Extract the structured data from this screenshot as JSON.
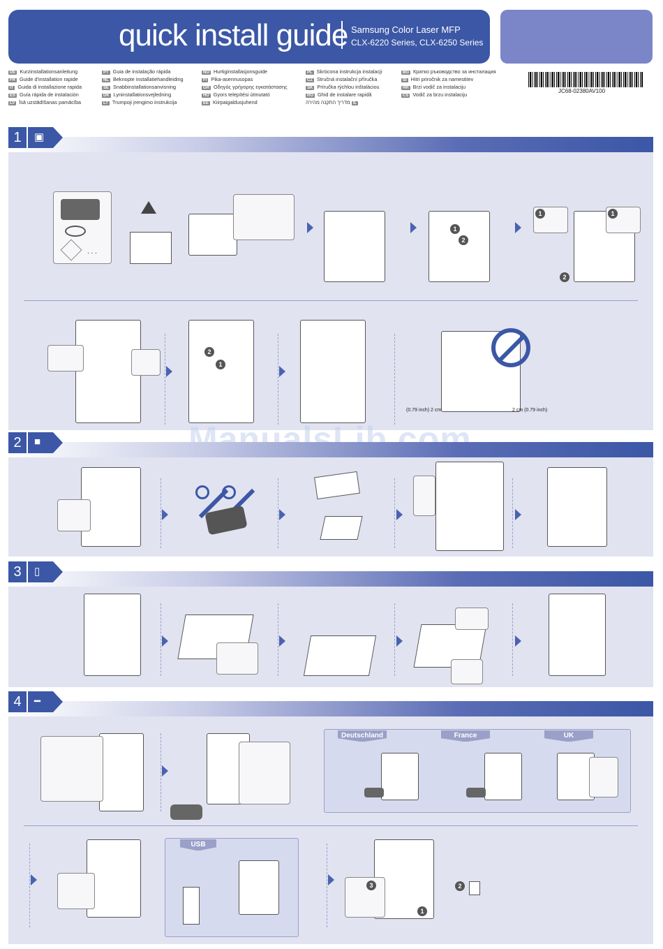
{
  "header": {
    "title": "quick install guide",
    "product": "Samsung Color Laser MFP",
    "series": "CLX-6220 Series, CLX-6250 Series"
  },
  "languages": [
    {
      "code": "DE",
      "label": "Kurzinstallationsanleitung"
    },
    {
      "code": "FR",
      "label": "Guide d'installation rapide"
    },
    {
      "code": "IT",
      "label": "Guida di installazione rapida"
    },
    {
      "code": "ES",
      "label": "Guía rápida de instalación"
    },
    {
      "code": "LV",
      "label": "Īsā uzstādīšanas pamācība"
    },
    {
      "code": "PT",
      "label": "Guia de instalação rápida"
    },
    {
      "code": "NL",
      "label": "Beknopte installatiehandleiding"
    },
    {
      "code": "SE",
      "label": "Snabbinstallationsanvisning"
    },
    {
      "code": "DK",
      "label": "Lyninstallationsvejledning"
    },
    {
      "code": "LT",
      "label": "Trumpoji įrengimo instrukcija"
    },
    {
      "code": "NO",
      "label": "Hurtiginstallasjonsguide"
    },
    {
      "code": "FI",
      "label": "Pika-asennusopas"
    },
    {
      "code": "GR",
      "label": "Οδηγός γρήγορης εγκατάστασης"
    },
    {
      "code": "HU",
      "label": "Gyors telepítési útmutató"
    },
    {
      "code": "EE",
      "label": "Kiirpaigaldusjuhend"
    },
    {
      "code": "PL",
      "label": "Skrócona instrukcja instalacji"
    },
    {
      "code": "CZ",
      "label": "Stručná instalační příručka"
    },
    {
      "code": "SK",
      "label": "Príručka rýchlou inštaláciou"
    },
    {
      "code": "RO",
      "label": "Ghid de instalare rapidă"
    },
    {
      "code": "IL",
      "label": "מדריך התקנה מהירה"
    },
    {
      "code": "BG",
      "label": "Кратко ръководство за инсталация"
    },
    {
      "code": "SI",
      "label": "Hitri priročnik za namestitev"
    },
    {
      "code": "HR",
      "label": "Brzi vodič za instalaciju"
    },
    {
      "code": "CS",
      "label": "Vodič za brzu instalaciju"
    }
  ],
  "barcode_text": "JC68-02380AV100",
  "sections": [
    {
      "number": "1",
      "icon": "box-icon"
    },
    {
      "number": "2",
      "icon": "toner-icon"
    },
    {
      "number": "3",
      "icon": "paper-icon"
    },
    {
      "number": "4",
      "icon": "cable-icon"
    }
  ],
  "clearance": {
    "left_inch": "(0.79 inch)",
    "left_cm": "2 cm",
    "right_cm": "2 cm",
    "right_inch": "(0.79 inch)"
  },
  "countries": [
    "Deutschland",
    "France",
    "UK"
  ],
  "usb_label": "USB",
  "ellipsis": ". . .",
  "badges": [
    "1",
    "2",
    "3"
  ],
  "watermark": "ManualsLib.com"
}
